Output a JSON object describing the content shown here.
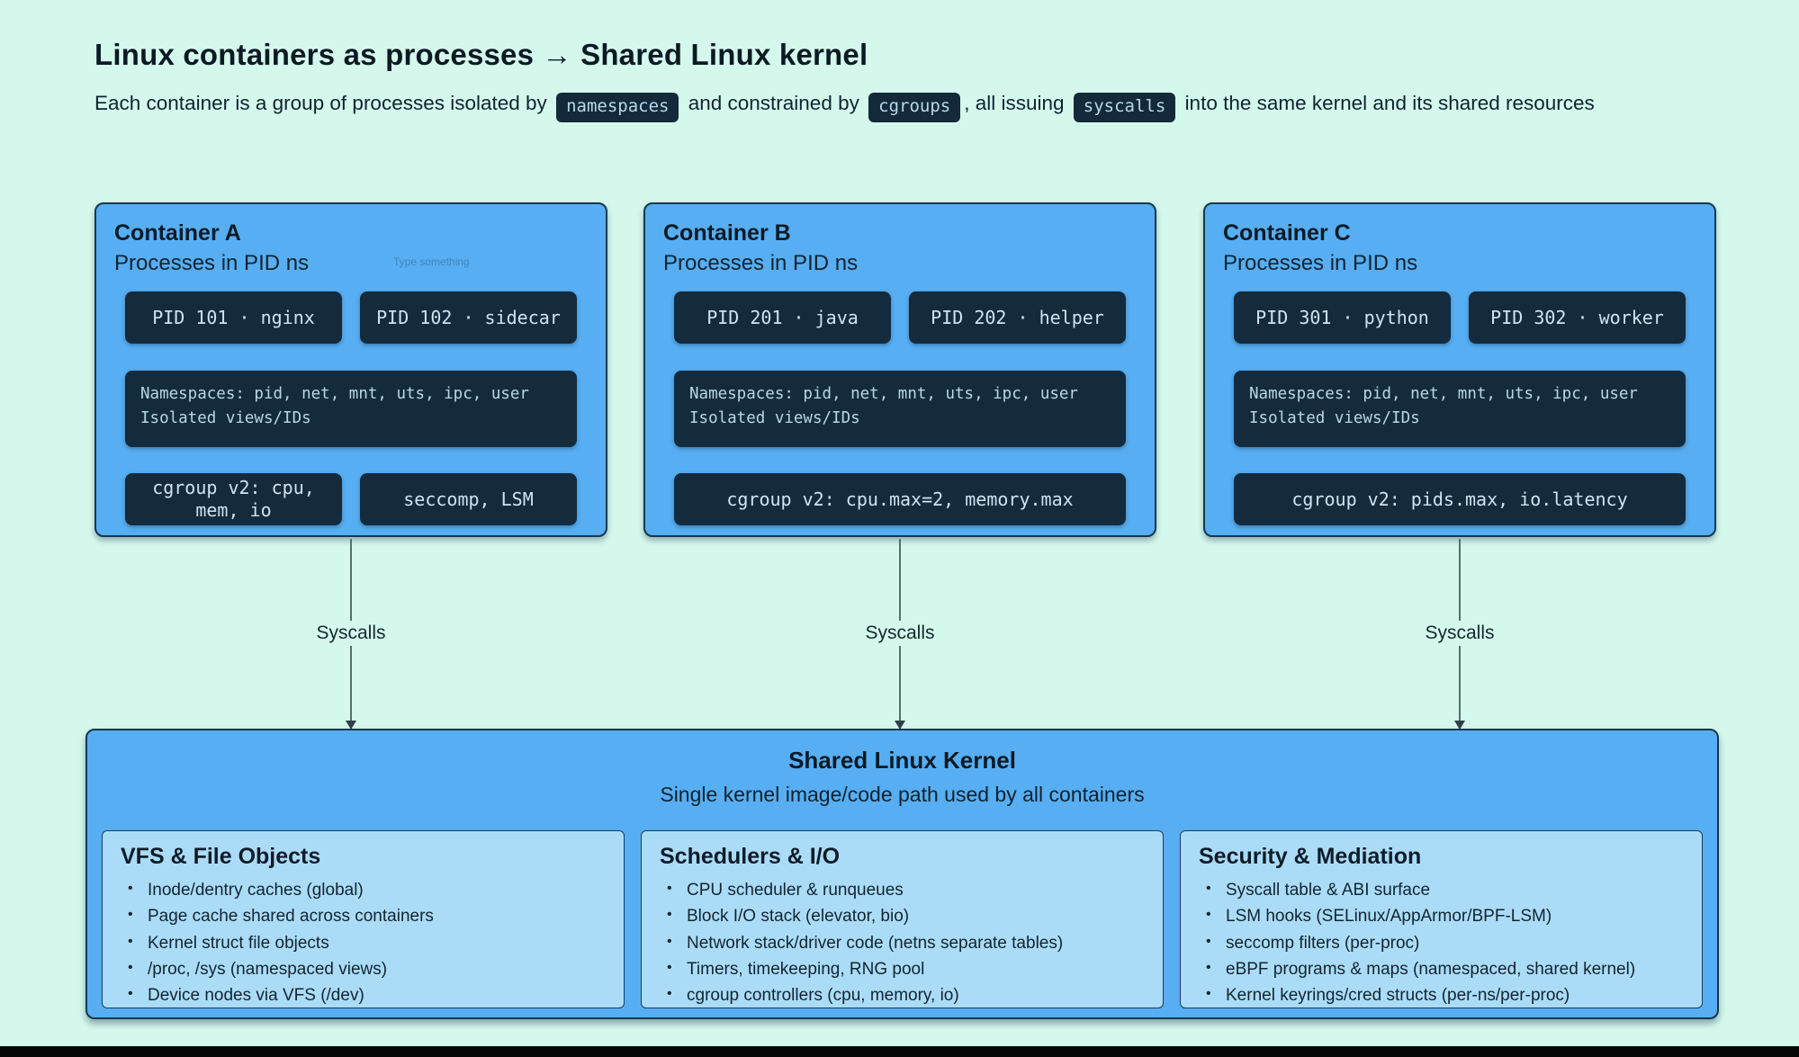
{
  "page": {
    "title": "Linux containers as processes → Shared Linux kernel",
    "subtitle": {
      "part1": "Each container is a group of processes isolated by",
      "badge1": "namespaces",
      "part2": "and constrained by",
      "badge2": "cgroups",
      "part3": ", all issuing",
      "badge3": "syscalls",
      "part4": "into the same kernel and its shared resources"
    }
  },
  "containers": [
    {
      "name": "Container A",
      "subtitle": "Processes in PID ns",
      "ghost_placeholder": "Type something",
      "pids": [
        "PID 101 · nginx",
        "PID 102 · sidecar"
      ],
      "namespaces_line1": "Namespaces: pid, net, mnt, uts, ipc, user",
      "namespaces_line2": "Isolated views/IDs",
      "cgroup_boxes": [
        "cgroup v2: cpu, mem, io",
        "seccomp, LSM"
      ]
    },
    {
      "name": "Container B",
      "subtitle": "Processes in PID ns",
      "pids": [
        "PID 201 · java",
        "PID 202 · helper"
      ],
      "namespaces_line1": "Namespaces: pid, net, mnt, uts, ipc, user",
      "namespaces_line2": "Isolated views/IDs",
      "cgroup_boxes": [
        "cgroup v2: cpu.max=2, memory.max"
      ]
    },
    {
      "name": "Container C",
      "subtitle": "Processes in PID ns",
      "pids": [
        "PID 301 · python",
        "PID 302 · worker"
      ],
      "namespaces_line1": "Namespaces: pid, net, mnt, uts, ipc, user",
      "namespaces_line2": "Isolated views/IDs",
      "cgroup_boxes": [
        "cgroup v2: pids.max, io.latency"
      ]
    }
  ],
  "arrows": [
    {
      "label": "Syscalls"
    },
    {
      "label": "Syscalls"
    },
    {
      "label": "Syscalls"
    }
  ],
  "kernel": {
    "title": "Shared Linux Kernel",
    "subtitle": "Single kernel image/code path used by all containers",
    "sections": [
      {
        "title": "VFS & File Objects",
        "items": [
          "Inode/dentry caches (global)",
          "Page cache shared across containers",
          "Kernel struct file objects",
          "/proc, /sys (namespaced views)",
          "Device nodes via VFS (/dev)"
        ]
      },
      {
        "title": "Schedulers & I/O",
        "items": [
          "CPU scheduler & runqueues",
          "Block I/O stack (elevator, bio)",
          "Network stack/driver code (netns separate tables)",
          "Timers, timekeeping, RNG pool",
          "cgroup controllers (cpu, memory, io)"
        ]
      },
      {
        "title": "Security & Mediation",
        "items": [
          "Syscall table & ABI surface",
          "LSM hooks (SELinux/AppArmor/BPF-LSM)",
          "seccomp filters (per-proc)",
          "eBPF programs & maps (namespaced, shared kernel)",
          "Kernel keyrings/cred structs (per-ns/per-proc)"
        ]
      }
    ]
  },
  "colors": {
    "background": "#d4f9ec",
    "container_fill": "#57aef2",
    "dark_chip_fill": "#132b3d",
    "dark_chip_text": "#cfe3f1",
    "section_fill": "#aadcf8",
    "border_navy": "#17374f",
    "badge_bg": "#14293a",
    "badge_text": "#b9d8ec"
  }
}
